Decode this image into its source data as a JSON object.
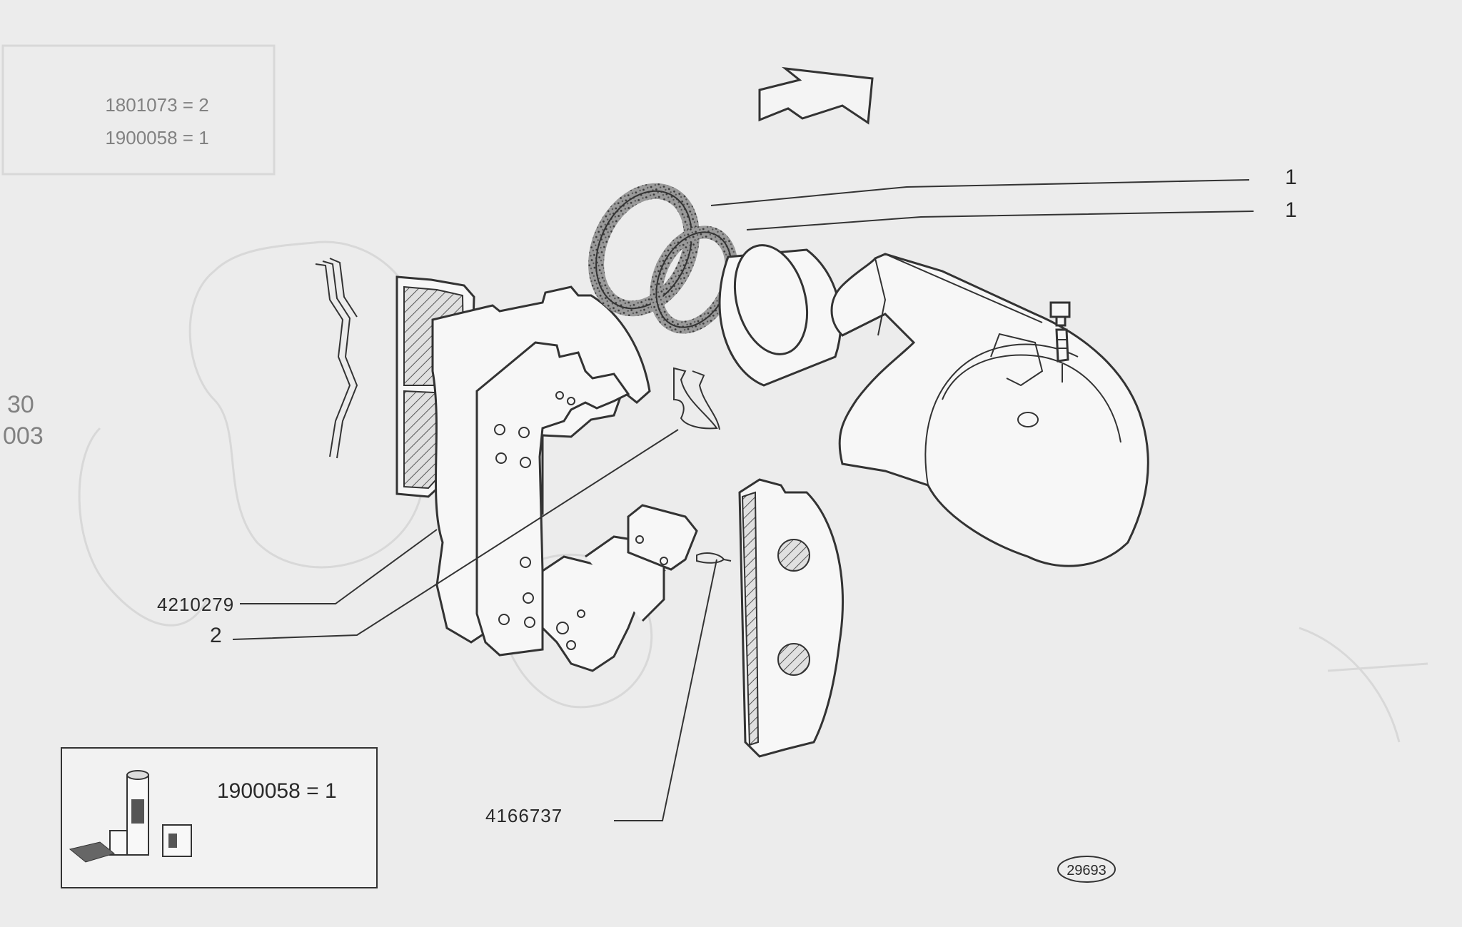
{
  "diagram": {
    "callouts": {
      "seal_label_1": "1",
      "seal_label_2": "1",
      "pad_part": "4210279",
      "clip_label": "2",
      "pin_part": "4166737"
    },
    "kit_box": {
      "text": "1900058 = 1"
    },
    "ghost_box": {
      "line1": "1801073 = 2",
      "line2": "1900058 = 1"
    },
    "ghost_left": {
      "num1": "30",
      "num2": "003"
    },
    "drawing_number": "29693"
  }
}
